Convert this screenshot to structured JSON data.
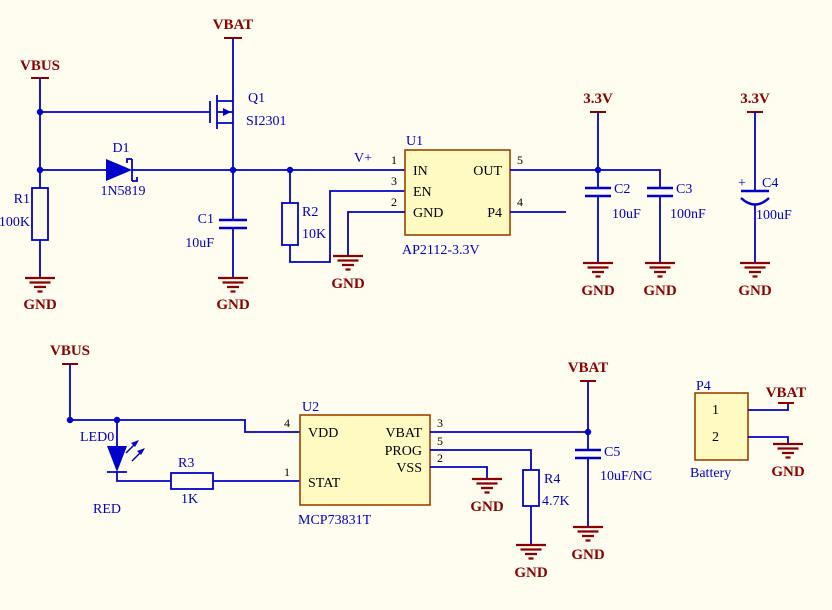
{
  "nets": {
    "vbus": "VBUS",
    "vbat": "VBAT",
    "v33": "3.3V",
    "gnd": "GND",
    "vplus": "V+"
  },
  "components": {
    "r1": {
      "ref": "R1",
      "value": "100K"
    },
    "r2": {
      "ref": "R2",
      "value": "10K"
    },
    "r3": {
      "ref": "R3",
      "value": "1K"
    },
    "r4": {
      "ref": "R4",
      "value": "4.7K"
    },
    "c1": {
      "ref": "C1",
      "value": "10uF"
    },
    "c2": {
      "ref": "C2",
      "value": "10uF"
    },
    "c3": {
      "ref": "C3",
      "value": "100nF"
    },
    "c4": {
      "ref": "C4",
      "value": "100uF",
      "polarity_mark": "+"
    },
    "c5": {
      "ref": "C5",
      "value": "10uF/NC"
    },
    "d1": {
      "ref": "D1",
      "value": "1N5819"
    },
    "q1": {
      "ref": "Q1",
      "value": "SI2301"
    },
    "led0": {
      "ref": "LED0",
      "value": "RED"
    },
    "u1": {
      "ref": "U1",
      "part": "AP2112-3.3V",
      "pins": {
        "in": {
          "name": "IN",
          "number": "1"
        },
        "en": {
          "name": "EN",
          "number": "3"
        },
        "gnd": {
          "name": "GND",
          "number": "2"
        },
        "out": {
          "name": "OUT",
          "number": "5"
        },
        "p4": {
          "name": "P4",
          "number": "4"
        }
      }
    },
    "u2": {
      "ref": "U2",
      "part": "MCP73831T",
      "pins": {
        "vdd": {
          "name": "VDD",
          "number": "4"
        },
        "stat": {
          "name": "STAT",
          "number": "1"
        },
        "vbat": {
          "name": "VBAT",
          "number": "3"
        },
        "prog": {
          "name": "PROG",
          "number": "5"
        },
        "vss": {
          "name": "VSS",
          "number": "2"
        }
      }
    },
    "p4": {
      "ref": "P4",
      "name": "Battery",
      "pins": {
        "pin1": "1",
        "pin2": "2"
      }
    }
  },
  "colors": {
    "background": "#FFFCF0",
    "wire": "#0000CC",
    "power": "#8B0000",
    "label": "#0000CC",
    "body_fill": "#FFF9C2",
    "body_border": "#994400",
    "pin_text": "#000000"
  }
}
